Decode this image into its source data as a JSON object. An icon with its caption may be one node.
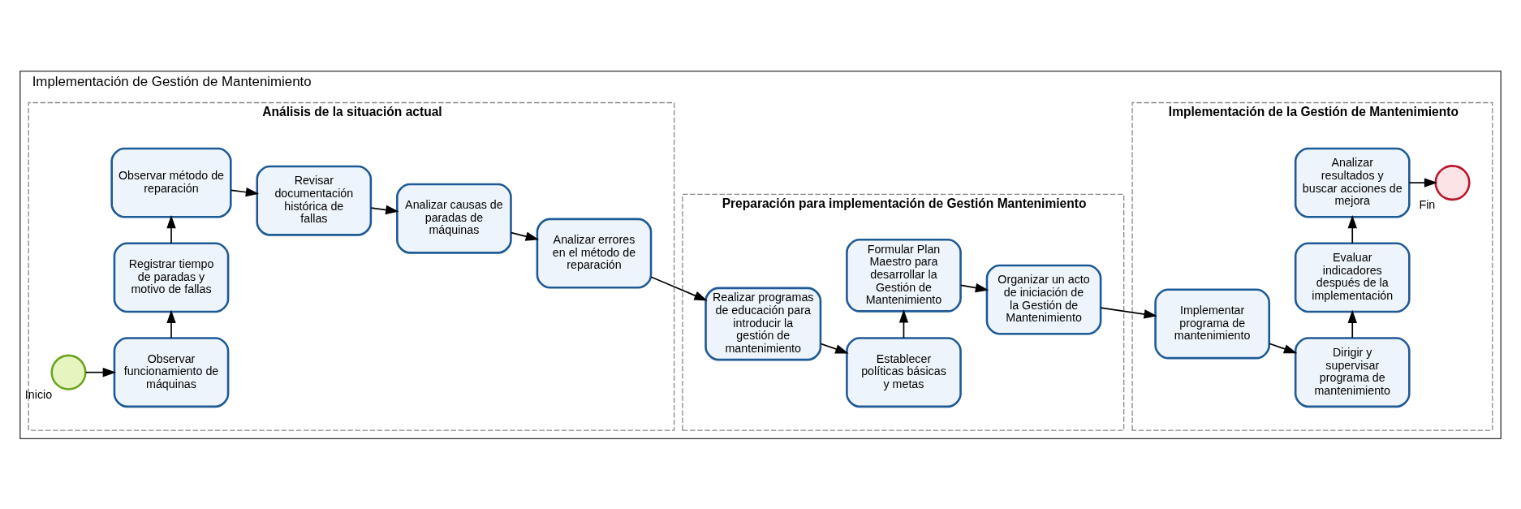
{
  "diagram": {
    "nodes": [
      {
        "text": [
          "Implementación de Gestión de Mantenimiento"
        ]
      },
      {
        "text": [
          "Análisis de la situación actual"
        ],
        "in": 0
      },
      {
        "text": [
          "Preparación para implementación de Gestión Mantenimiento"
        ],
        "in": 0
      },
      {
        "text": [
          "Implementación de la Gestión de Mantenimiento"
        ],
        "in": 0
      },
      {
        "text": [],
        "shape": "circle",
        "beside": [
          "Inicio"
        ],
        "in": 1
      },
      {
        "text": [
          "Observar funcionamiento de máquinas"
        ],
        "in": 1
      },
      {
        "text": [
          "Registrar tiempo de paradas y motivo de fallas"
        ],
        "in": 1
      },
      {
        "text": [
          "Observar método de reparación"
        ],
        "in": 1
      },
      {
        "text": [
          "Revisar documentación histórica de fallas"
        ],
        "in": 1
      },
      {
        "text": [
          "Analizar causas de paradas de máquinas"
        ],
        "in": 1
      },
      {
        "text": [
          "Analizar errores en el método de reparación"
        ],
        "in": 1
      },
      {
        "text": [
          "Realizar programas de educación para introducir la gestión de mantenimiento"
        ],
        "in": 2
      },
      {
        "text": [
          "Establecer políticas básicas y metas"
        ],
        "in": 2
      },
      {
        "text": [
          "Formular Plan Maestro para desarrollar la Gestión de Mantenimiento"
        ],
        "in": 2
      },
      {
        "text": [
          "Organizar un acto de iniciación de la Gestión de Mantenimiento"
        ],
        "in": 2
      },
      {
        "text": [
          "Implementar programa de mantenimiento"
        ],
        "in": 3
      },
      {
        "text": [
          "Dirigir y supervisar programa de mantenimiento"
        ],
        "in": 3
      },
      {
        "text": [
          "Evaluar indicadores después de la implementación"
        ],
        "in": 3
      },
      {
        "text": [
          "Analizar resultados y buscar acciones de mejora"
        ],
        "in": 3
      },
      {
        "text": [],
        "shape": "circle",
        "beside": [
          "Fin"
        ],
        "in": 3
      }
    ],
    "edges": [
      {
        "from": 4,
        "to": 5,
        "arrow": "to"
      },
      {
        "from": 5,
        "to": 6,
        "arrow": "to"
      },
      {
        "from": 6,
        "to": 7,
        "arrow": "to"
      },
      {
        "from": 7,
        "to": 8,
        "arrow": "to"
      },
      {
        "from": 8,
        "to": 9,
        "arrow": "to"
      },
      {
        "from": 9,
        "to": 10,
        "arrow": "to"
      },
      {
        "from": 10,
        "to": 11,
        "arrow": "to"
      },
      {
        "from": 11,
        "to": 12,
        "arrow": "to"
      },
      {
        "from": 12,
        "to": 13,
        "arrow": "to"
      },
      {
        "from": 13,
        "to": 14,
        "arrow": "to"
      },
      {
        "from": 14,
        "to": 15,
        "arrow": "to"
      },
      {
        "from": 15,
        "to": 16,
        "arrow": "to"
      },
      {
        "from": 16,
        "to": 17,
        "arrow": "to"
      },
      {
        "from": 17,
        "to": 18,
        "arrow": "to"
      },
      {
        "from": 18,
        "to": 19,
        "arrow": "to"
      }
    ]
  }
}
